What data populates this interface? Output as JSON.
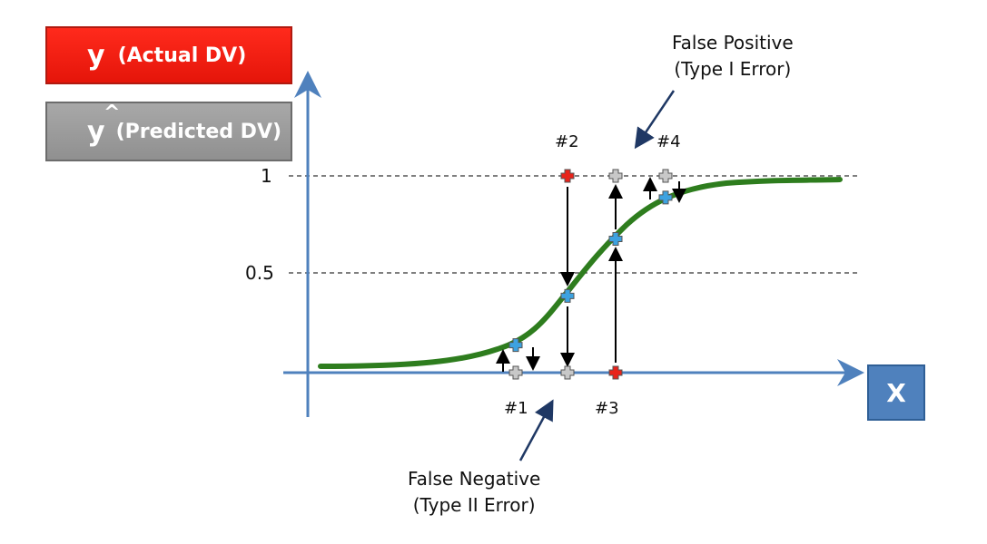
{
  "legend": {
    "actual_symbol": "y",
    "actual_label": "(Actual DV)",
    "predicted_symbol": "y",
    "predicted_hat": "^",
    "predicted_label": "(Predicted DV)"
  },
  "x_axis_badge": "X",
  "y_ticks": [
    "1",
    "0.5"
  ],
  "points": [
    {
      "label": "#1",
      "actual": 0,
      "predicted": 0.14,
      "case": "correct"
    },
    {
      "label": "#2",
      "actual": 1,
      "predicted": 0.39,
      "case": "false-negative"
    },
    {
      "label": "#3",
      "actual": 0,
      "predicted": 0.68,
      "case": "false-positive"
    },
    {
      "label": "#4",
      "actual": 1,
      "predicted": 0.89,
      "case": "correct"
    }
  ],
  "annotations": {
    "false_positive_line1": "False Positive",
    "false_positive_line2": "(Type I Error)",
    "false_negative_line1": "False Negative",
    "false_negative_line2": "(Type II Error)"
  },
  "colors": {
    "axis": "#4f81bd",
    "curve": "#2e7d1e",
    "actual_marker": "#e8231a",
    "predicted_marker": "#3da2e0",
    "grey_marker": "#c8c8c8"
  }
}
